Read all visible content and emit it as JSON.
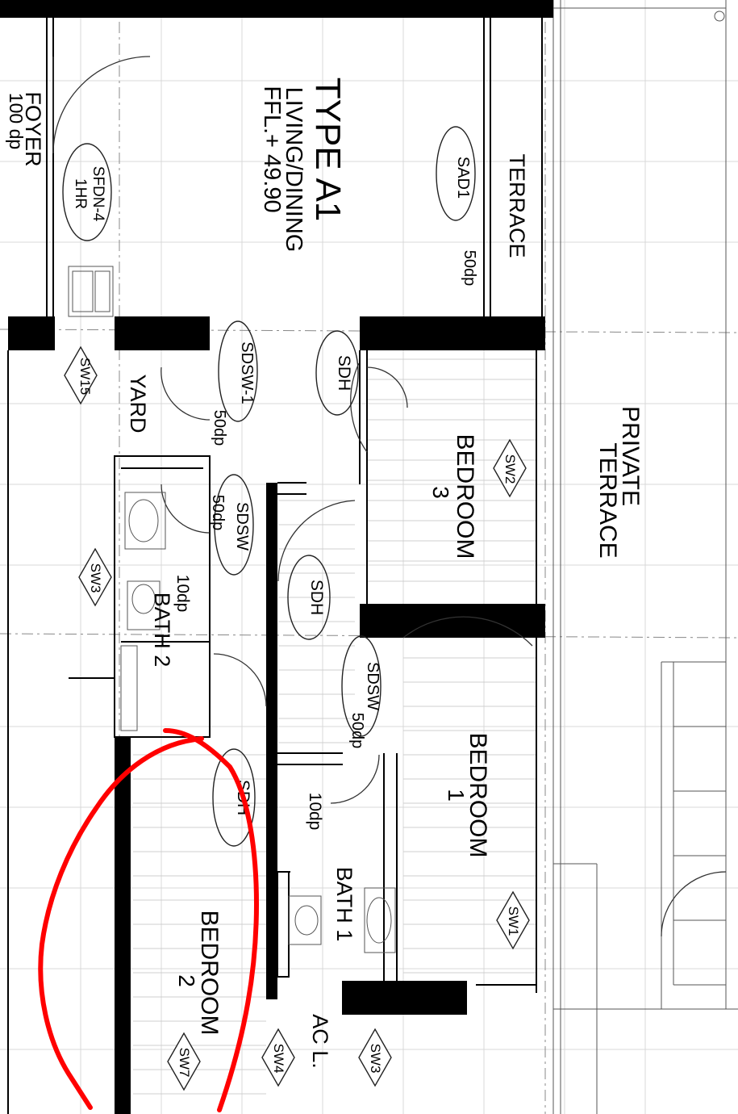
{
  "plan": {
    "unit_title": "TYPE A1",
    "living": {
      "name": "LIVING/DINING",
      "level": "FFL.+ 49.90"
    },
    "foyer": {
      "name": "FOYER",
      "depth": "100 dp"
    },
    "terrace": {
      "name": "TERRACE"
    },
    "private_terrace": {
      "line1": "PRIVATE",
      "line2": "TERRACE"
    },
    "yard": {
      "name": "YARD"
    },
    "bedroom3": {
      "name": "BEDROOM",
      "number": "3"
    },
    "bedroom1": {
      "name": "BEDROOM",
      "number": "1"
    },
    "bedroom2": {
      "name": "BEDROOM",
      "number": "2"
    },
    "bath2": {
      "name": "BATH 2",
      "depth": "10dp"
    },
    "bath1": {
      "name": "BATH 1",
      "depth": "10dp"
    },
    "ac_ledge": {
      "name": "AC L."
    },
    "tags": {
      "sfdn": {
        "code": "SFDN-4",
        "rating": "1HR"
      },
      "sad1": {
        "code": "SAD1",
        "depth": "50dp"
      },
      "sdsw1": {
        "code": "SDSW-1",
        "depth": "50dp"
      },
      "sdsw_bath2": {
        "code": "SDSW",
        "depth": "50dp"
      },
      "sdsw_bed1": {
        "code": "SDSW",
        "depth": "50dp"
      },
      "sdh_bed3": {
        "code": "SDH"
      },
      "sdh_corridor": {
        "code": "SDH"
      },
      "sd_bed2": {
        "code": "SDH"
      },
      "sw15": "SW15",
      "sw3_left": "SW3",
      "sw2": "SW2",
      "sw1": "SW1",
      "sw7": "SW7",
      "sw4": "SW4",
      "sw3_right": "SW3"
    }
  },
  "colors": {
    "wall": "#000000",
    "annotation": "#ff0000",
    "grid": "#d8d8d8"
  }
}
